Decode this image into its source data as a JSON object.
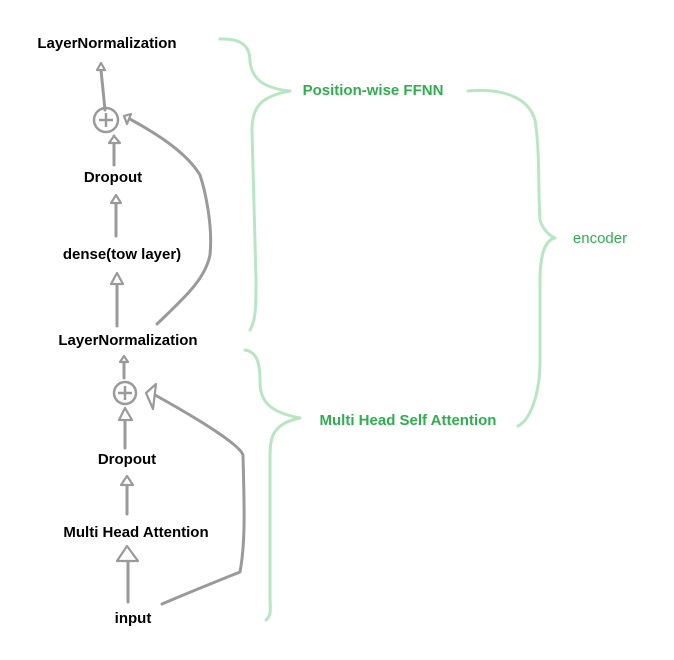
{
  "nodes": {
    "layernorm_top": "LayerNormalization",
    "dropout_top": "Dropout",
    "dense": "dense(tow layer)",
    "layernorm_mid": "LayerNormalization",
    "dropout_bottom": "Dropout",
    "mha": "Multi Head Attention",
    "input": "input"
  },
  "groups": {
    "ffnn": "Position-wise FFNN",
    "mhsa": "Multi Head Self Attention",
    "encoder": "encoder"
  },
  "colors": {
    "node_text": "#000000",
    "group_text": "#2fae4f",
    "brace": "#b8e6c2",
    "arrow": "#999999"
  }
}
